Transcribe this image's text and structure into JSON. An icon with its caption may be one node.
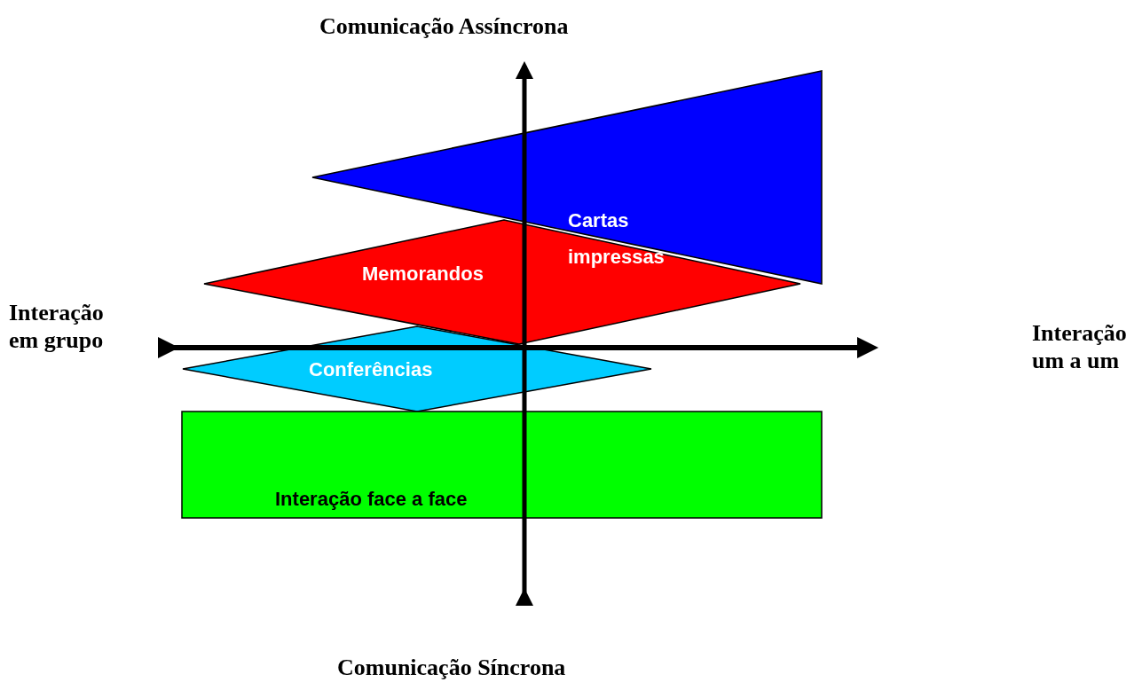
{
  "diagram": {
    "nodes": [
      {
        "text": [
          "Cartas impressas"
        ]
      },
      {
        "text": [
          "Memorandos"
        ]
      },
      {
        "text": [
          "Conferências"
        ]
      },
      {
        "text": [
          "Interação face a face"
        ]
      }
    ],
    "labels": [
      "Comunicação Assíncrona",
      "Interação em grupo",
      "Interação um a um",
      "Comunicação Síncrona"
    ]
  }
}
